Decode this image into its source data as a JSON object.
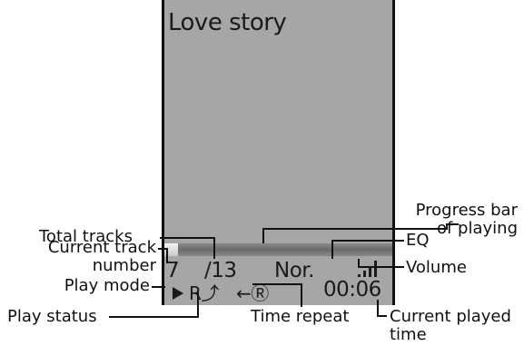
{
  "screen": {
    "song_title": "Love story",
    "track_current": "7",
    "track_total": "/13",
    "eq_value": "Nor.",
    "play_mode_icon": "R⤴",
    "time_repeat_icon": "←Ⓡ",
    "current_time": "00:06",
    "progress_fraction": 0.06,
    "volume_level": 4,
    "volume_max": 4,
    "play_status_icon": "play-arrow-icon",
    "background_color": "#a6a6a6"
  },
  "labels": {
    "progress_bar_line1": "Progress bar",
    "progress_bar_line2": "of playing",
    "total_tracks": "Total tracks",
    "current_track_line1": "Current track",
    "current_track_line2": "number",
    "eq": "EQ",
    "play_mode": "Play mode",
    "volume": "Volume",
    "play_status": "Play status",
    "time_repeat": "Time repeat",
    "current_played_line1": "Current played",
    "current_played_line2": "time"
  }
}
